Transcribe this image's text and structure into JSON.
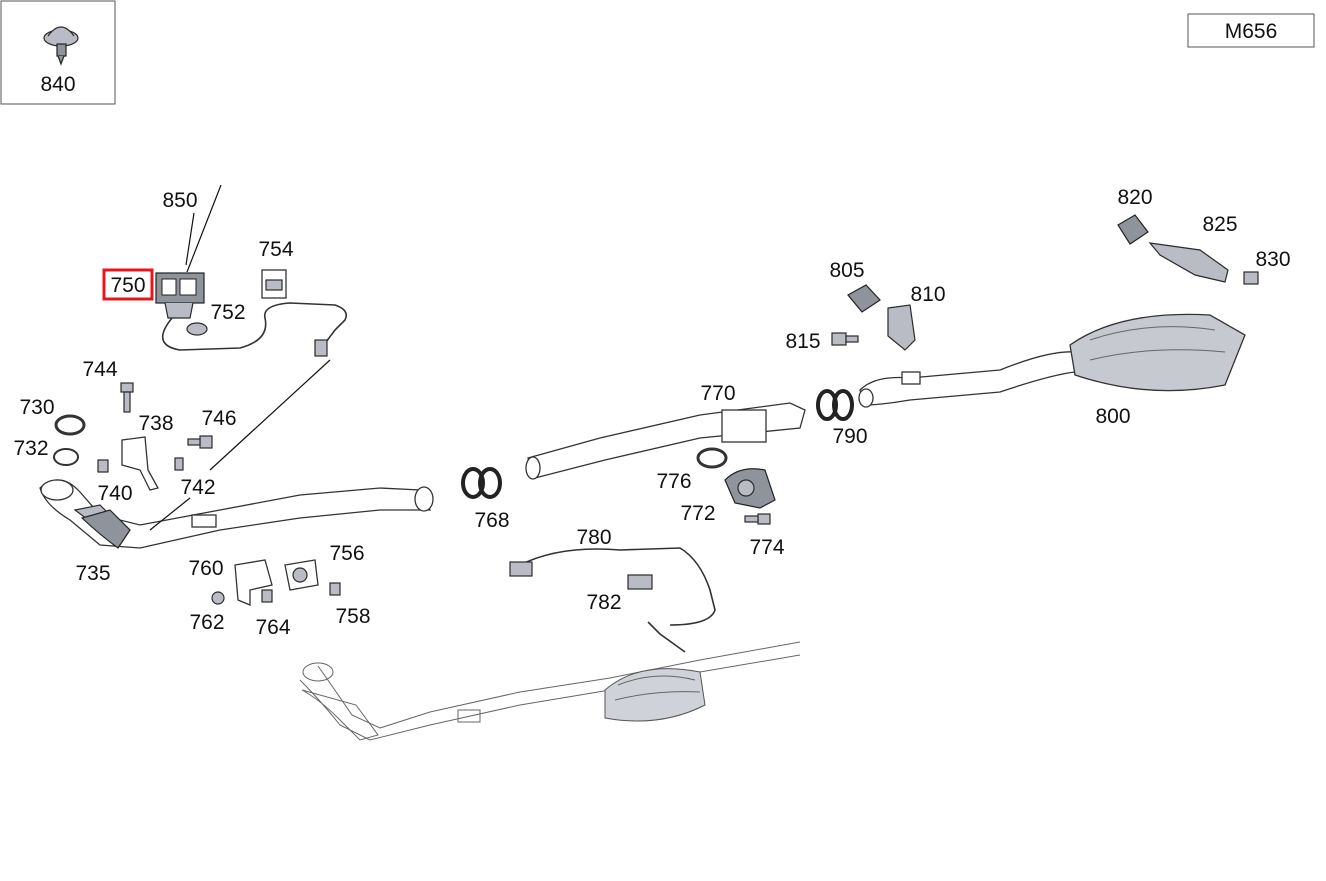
{
  "engine_code": "M656",
  "inset_part": "840",
  "highlight_color": "#e8141b",
  "labels": {
    "p730": "730",
    "p732": "732",
    "p735": "735",
    "p738": "738",
    "p740": "740",
    "p742": "742",
    "p744": "744",
    "p746": "746",
    "p750": "750",
    "p752": "752",
    "p754": "754",
    "p756": "756",
    "p758": "758",
    "p760": "760",
    "p762": "762",
    "p764": "764",
    "p768": "768",
    "p770": "770",
    "p772": "772",
    "p774": "774",
    "p776": "776",
    "p780": "780",
    "p782": "782",
    "p790": "790",
    "p800": "800",
    "p805": "805",
    "p810": "810",
    "p815": "815",
    "p820": "820",
    "p825": "825",
    "p830": "830",
    "p850": "850"
  }
}
